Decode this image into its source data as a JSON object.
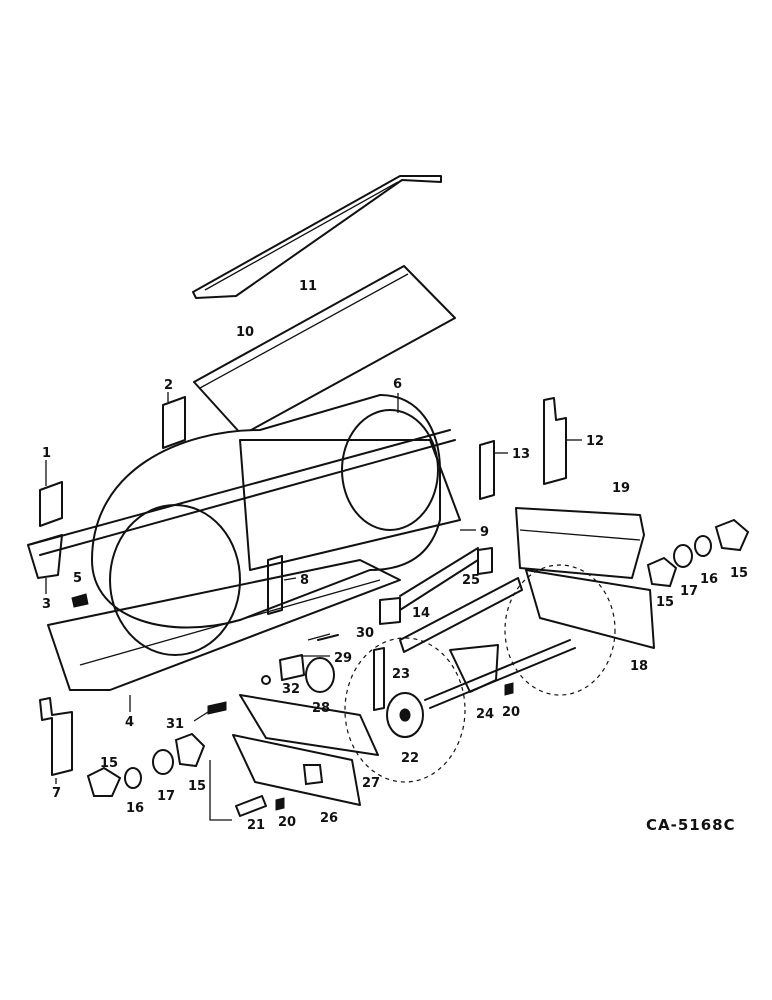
{
  "figure_code": "CA-5168C",
  "callouts": {
    "c1": "1",
    "c2": "2",
    "c3": "3",
    "c4": "4",
    "c5": "5",
    "c6": "6",
    "c7": "7",
    "c8": "8",
    "c9": "9",
    "c10": "10",
    "c11": "11",
    "c12": "12",
    "c13": "13",
    "c14": "14",
    "c15a": "15",
    "c15b": "15",
    "c15c": "15",
    "c15d": "15",
    "c16a": "16",
    "c16b": "16",
    "c17a": "17",
    "c17b": "17",
    "c18": "18",
    "c19": "19",
    "c20a": "20",
    "c20b": "20",
    "c21": "21",
    "c22": "22",
    "c23": "23",
    "c24": "24",
    "c25": "25",
    "c26": "26",
    "c27": "27",
    "c28": "28",
    "c29": "29",
    "c30": "30",
    "c31": "31",
    "c32": "32"
  }
}
